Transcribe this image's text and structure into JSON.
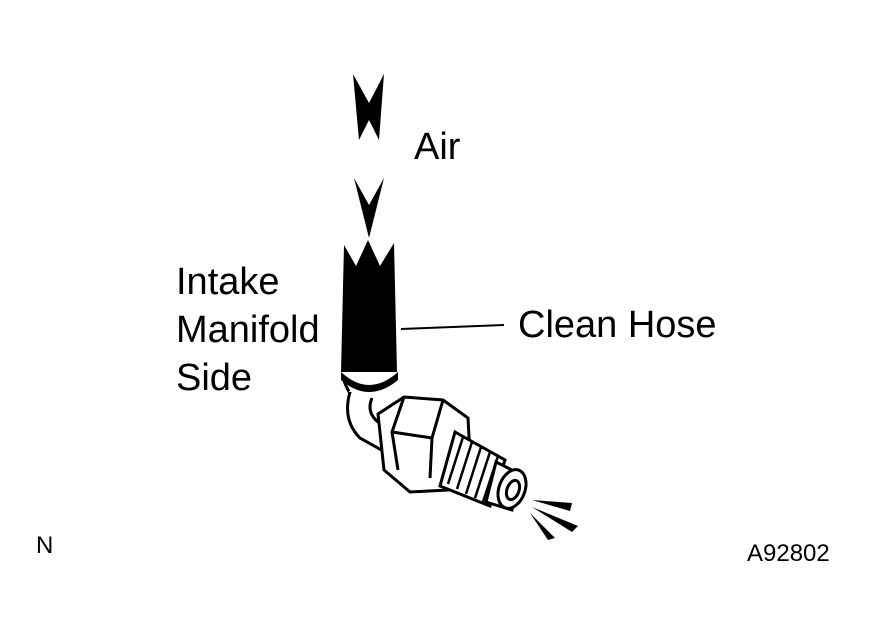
{
  "labels": {
    "air": "Air",
    "intake_lines": [
      "Intake",
      "Manifold",
      "Side"
    ],
    "clean_hose": "Clean Hose",
    "corner_mark": "N",
    "figure_id": "A92802"
  },
  "colors": {
    "ink": "#000000",
    "paper": "#ffffff"
  }
}
